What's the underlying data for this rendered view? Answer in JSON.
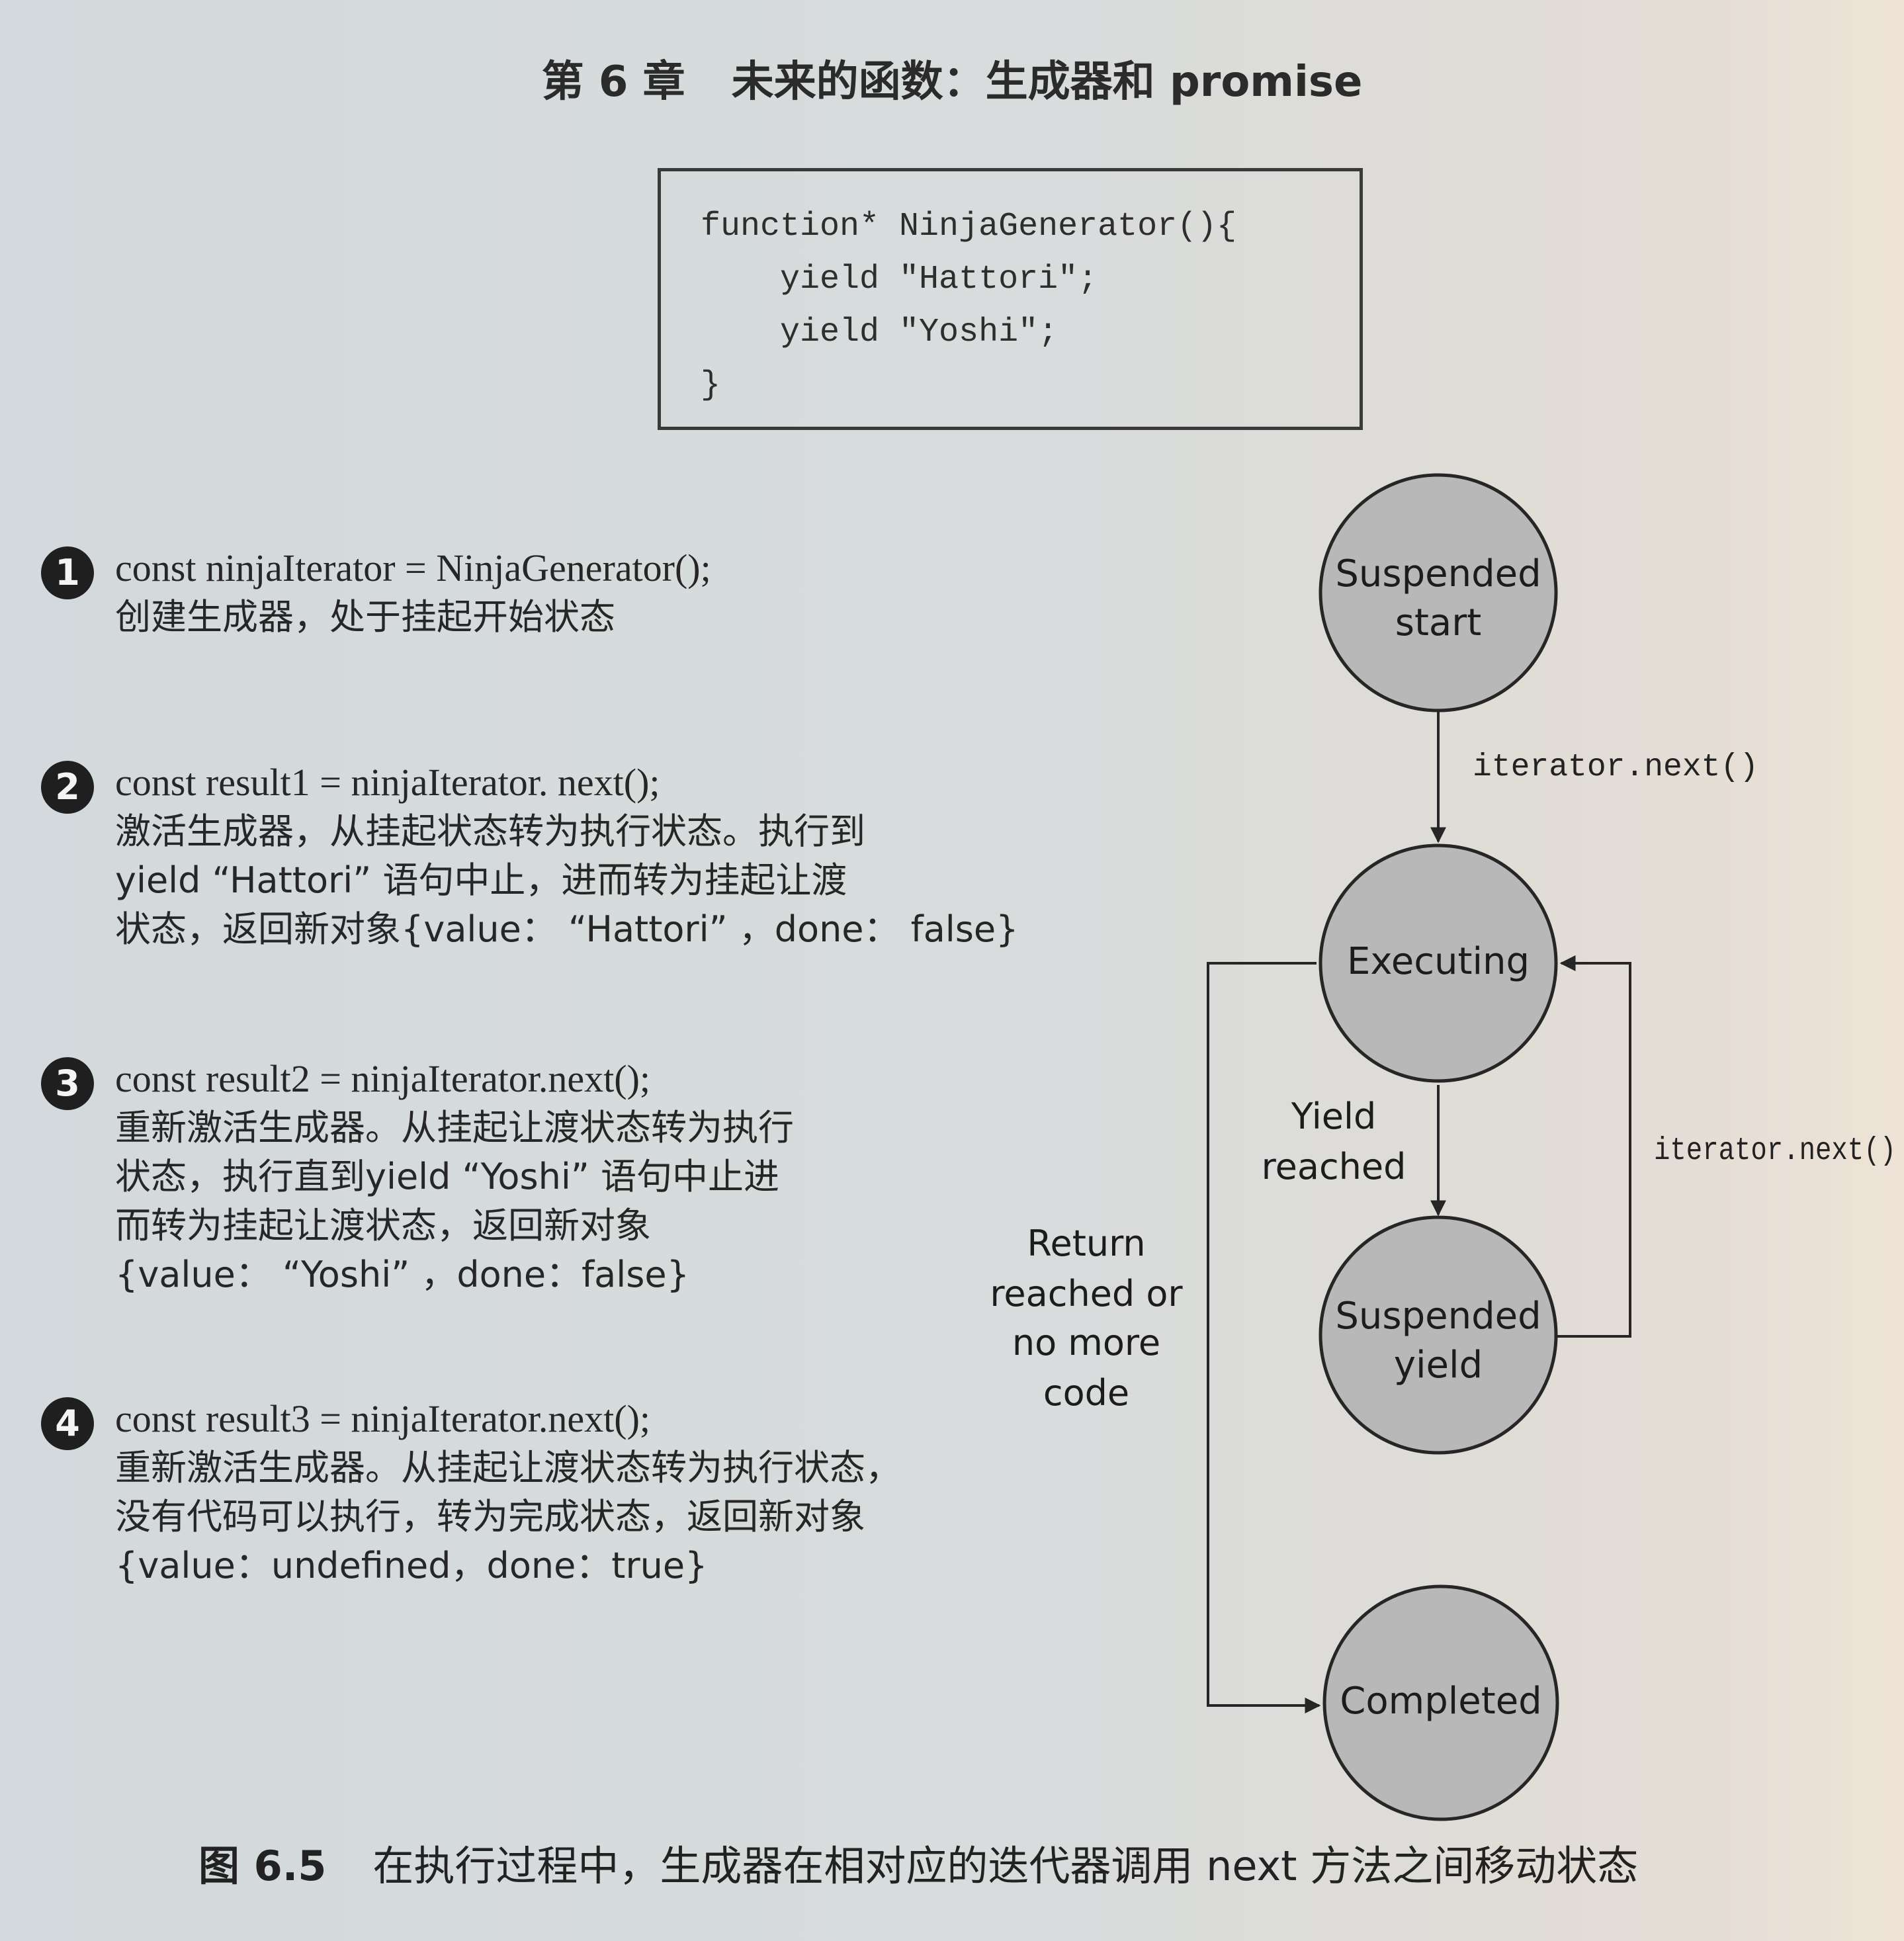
{
  "header": {
    "chapter": "第 6 章",
    "title": "未来的函数：生成器和 promise"
  },
  "code": [
    "function* NinjaGenerator(){",
    "    yield \"Hattori\";",
    "    yield \"Yoshi\";",
    "}"
  ],
  "steps": [
    {
      "num": "1",
      "lines": [
        "const ninjaIterator = NinjaGenerator();",
        "创建生成器，处于挂起开始状态"
      ]
    },
    {
      "num": "2",
      "lines": [
        "const result1 = ninjaIterator. next();",
        "激活生成器，从挂起状态转为执行状态。执行到",
        "yield “Hattori” 语句中止，进而转为挂起让渡",
        "状态，返回新对象{value： “Hattori” ，done： false}"
      ]
    },
    {
      "num": "3",
      "lines": [
        "const result2 = ninjaIterator.next();",
        "重新激活生成器。从挂起让渡状态转为执行",
        "状态，执行直到yield “Yoshi” 语句中止进",
        "而转为挂起让渡状态，返回新对象",
        "{value： “Yoshi” ，done：false}"
      ]
    },
    {
      "num": "4",
      "lines": [
        "const result3 = ninjaIterator.next();",
        "重新激活生成器。从挂起让渡状态转为执行状态，",
        "没有代码可以执行，转为完成状态，返回新对象",
        "{value：undefined，done：true}"
      ]
    }
  ],
  "diagram": {
    "states": [
      {
        "id": "suspended_start",
        "lines": [
          "Suspended",
          "start"
        ]
      },
      {
        "id": "executing",
        "lines": [
          "Executing"
        ]
      },
      {
        "id": "suspended_yield",
        "lines": [
          "Suspended",
          "yield"
        ]
      },
      {
        "id": "completed",
        "lines": [
          "Completed"
        ]
      }
    ],
    "edges": [
      {
        "from": "suspended_start",
        "to": "executing",
        "label": [
          "iterator.next()"
        ]
      },
      {
        "from": "executing",
        "to": "suspended_yield",
        "label": [
          "Yield",
          "reached"
        ]
      },
      {
        "from": "suspended_yield",
        "to": "executing",
        "label": [
          "iterator.next()"
        ]
      },
      {
        "from": "executing",
        "to": "completed",
        "label": [
          "Return",
          "reached or",
          "no more",
          "code"
        ]
      }
    ]
  },
  "caption": {
    "fig": "图 6.5",
    "text": "在执行过程中，生成器在相对应的迭代器调用 next 方法之间移动状态"
  }
}
